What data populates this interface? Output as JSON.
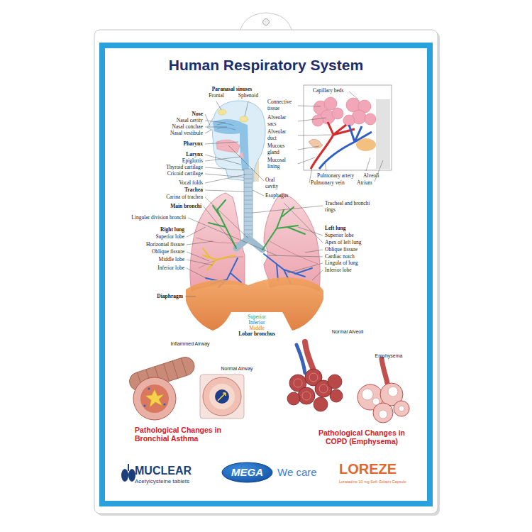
{
  "diagram": {
    "title": "Human Respiratory System",
    "nodes": [
      {
        "text": [
          "MEGA"
        ]
      }
    ],
    "labels": [
      "Paranasal sinuses",
      "Frontal",
      "Sphenoid",
      "Nose",
      "Nasal cavity",
      "Nasal conchae",
      "Nasal vestibule",
      "Pharynx",
      "Larynx",
      "Epiglottis",
      "Thyroid cartilage",
      "Cricoid cartilage",
      "Oral cavity",
      "Esophagus",
      "Vocal folds",
      "Trachea",
      "Carina of trachea",
      "Main bronchi",
      "Lingular division bronchi",
      "Tracheal and bronchi rings",
      "Right lung",
      "Superior lobe",
      "Horizontal fissure",
      "Oblique fissure",
      "Middle lobe",
      "Inferior lobe",
      "Left lung",
      "Superior lobe",
      "Apex of left lung",
      "Oblique fissure",
      "Cardiac notch",
      "Lingula of lung",
      "Inferior lobe",
      "Diaphragm",
      "Superior",
      "Inferior",
      "Middle",
      "Lobar bronchus",
      "Inflammed Airway",
      "Normal Airway",
      "Pathological Changes in Bronchial Asthma",
      "Normal Alveoli",
      "Emphysema",
      "Pathological Changes in COPD (Emphysema)",
      "MUCLEAR",
      "Acetylcysteine tablets",
      "We care",
      "LOREZE",
      "Loratadine 10 mg Soft Gelatin Capsule",
      "Capillary beds",
      "Connective tissue",
      "Alveolar sacs",
      "Alveolar duct",
      "Mucous gland",
      "Mucosal lining",
      "Pulmonary artery",
      "Pulmonary vein",
      "Alveoli",
      "Atrium"
    ]
  }
}
